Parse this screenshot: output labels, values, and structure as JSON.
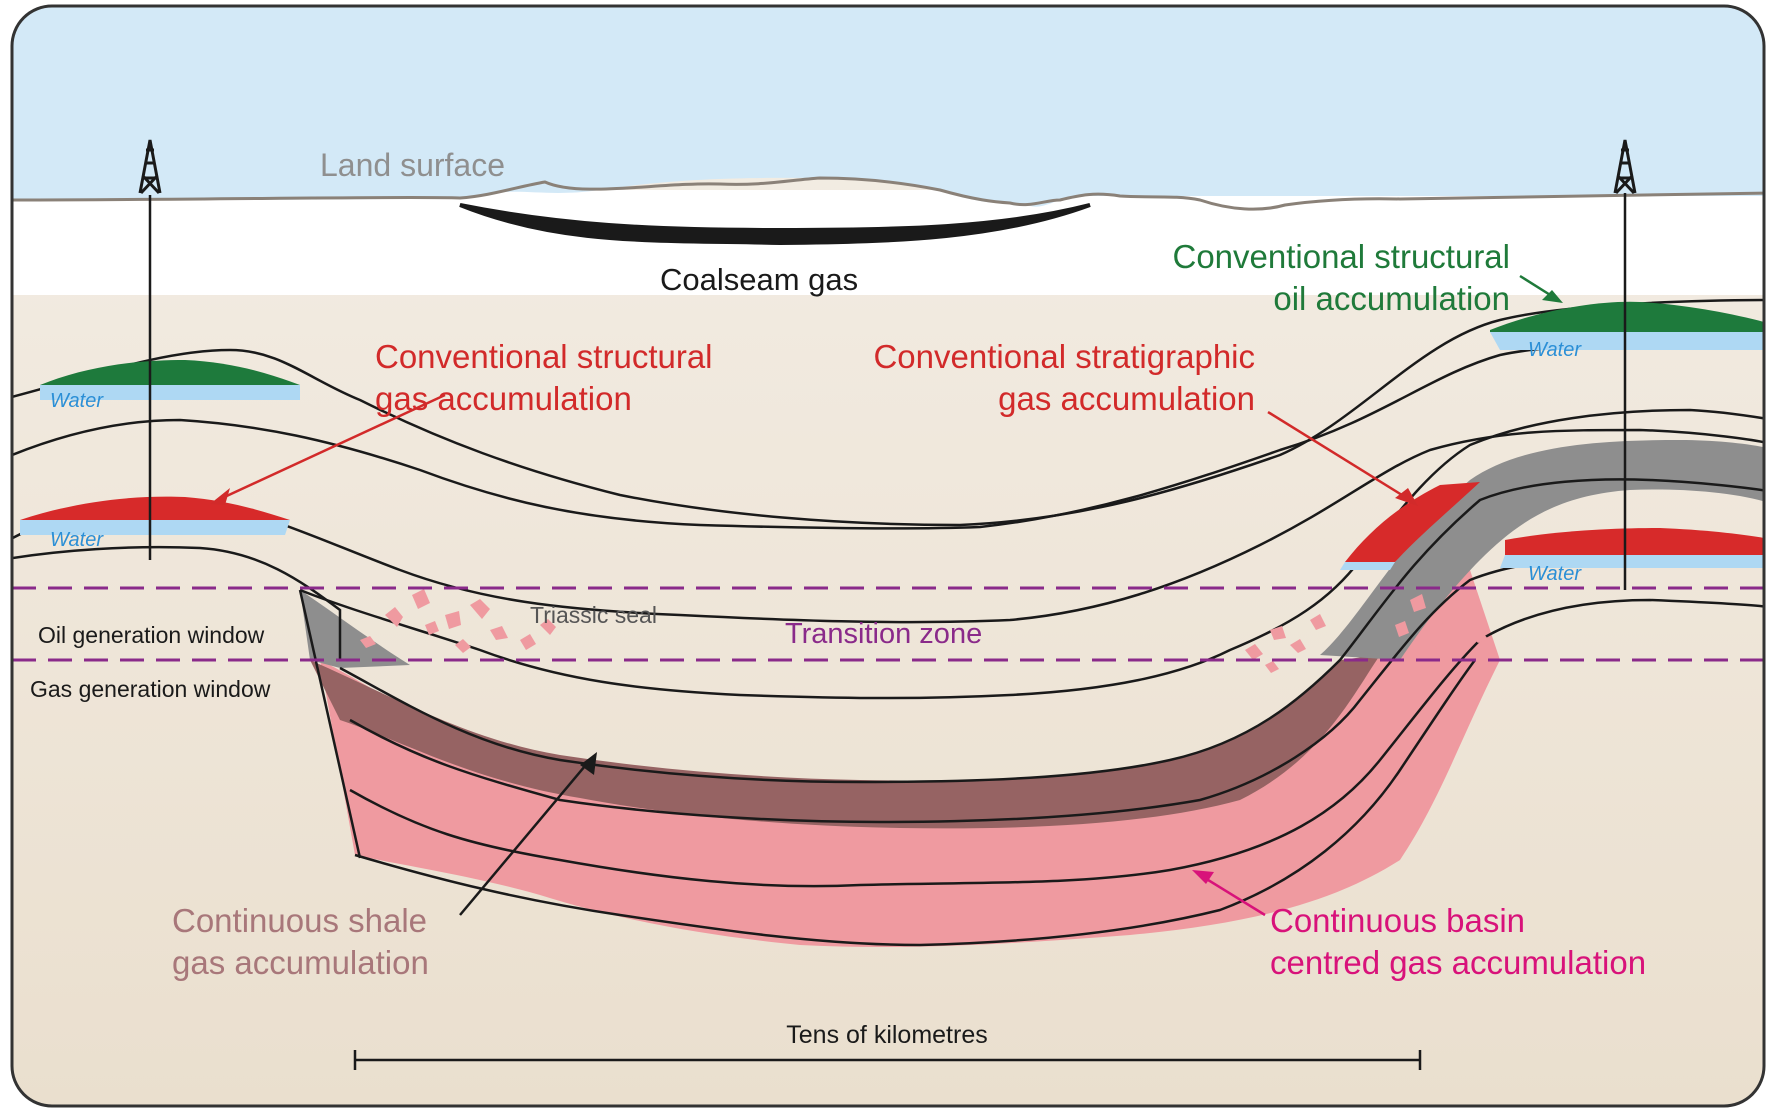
{
  "labels": {
    "land_surface": "Land surface",
    "coalseam_gas": "Coalseam gas",
    "conv_struct_oil": [
      "Conventional structural",
      "oil accumulation"
    ],
    "conv_struct_gas": [
      "Conventional structural",
      "gas accumulation"
    ],
    "conv_strat_gas": [
      "Conventional stratigraphic",
      "gas accumulation"
    ],
    "water": "Water",
    "triassic_seal": "Triassic seal",
    "oil_window": "Oil generation window",
    "gas_window": "Gas generation window",
    "transition_zone": "Transition zone",
    "cont_shale_gas": [
      "Continuous shale",
      "gas accumulation"
    ],
    "cont_basin_gas": [
      "Continuous basin",
      "centred gas accumulation"
    ],
    "scale_bar": "Tens of kilometres"
  },
  "colors": {
    "sky": "#d3e9f7",
    "subsurface_light": "#f3ede4",
    "subsurface_deep": "#ece1d1",
    "oil": "#1e7a3c",
    "gas": "#d72a2a",
    "water": "#aed8f3",
    "water_text": "#2b8fd6",
    "shale_gray": "#8e8e8e",
    "shale_gas_dark": "#966363",
    "basin_gas_pink": "#ef9aa0",
    "transition": "#8a2a8a",
    "label_red": "#d22a2a",
    "label_green": "#1f7a3a",
    "label_brownish": "#a8777a",
    "label_magenta": "#d8127a",
    "land_label": "#8f8f8f"
  }
}
